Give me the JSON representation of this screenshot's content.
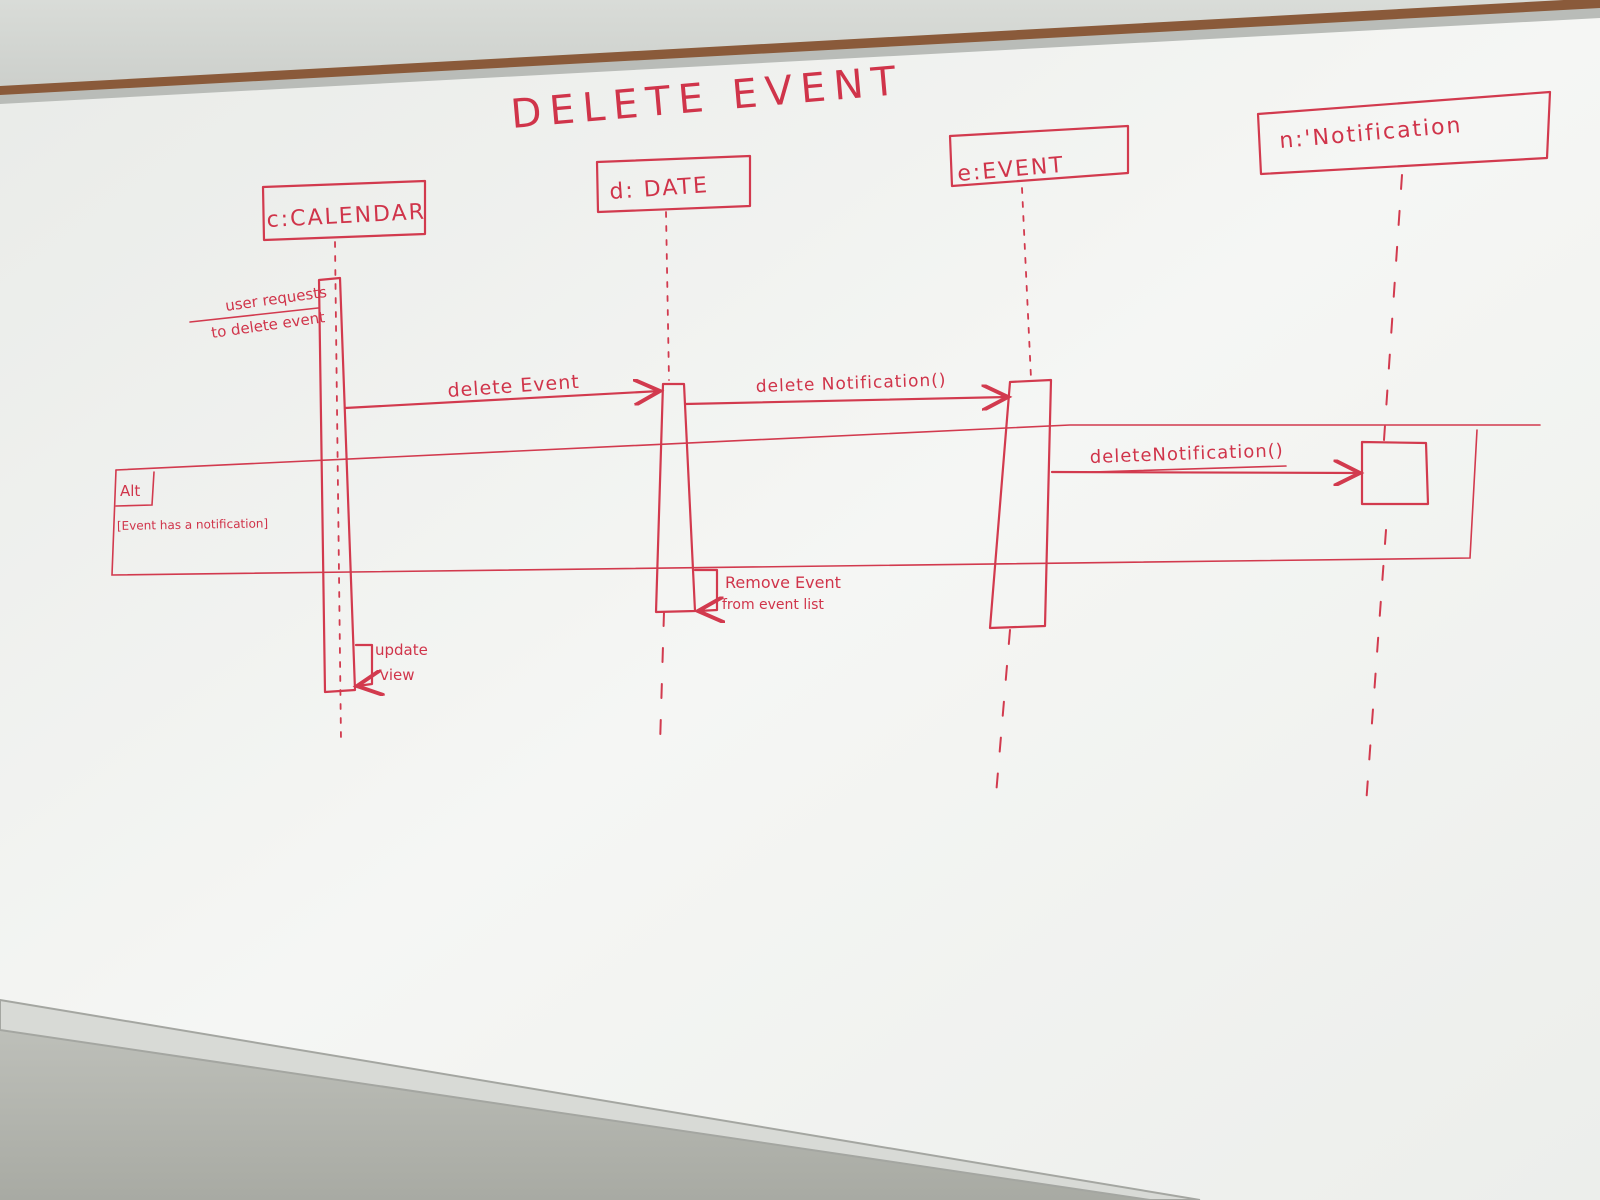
{
  "title": "DELETE EVENT",
  "lifelines": [
    {
      "id": "calendar",
      "label": "c:CALENDAR"
    },
    {
      "id": "date",
      "label": "d: DATE"
    },
    {
      "id": "event",
      "label": "e:EVENT"
    },
    {
      "id": "notification",
      "label": "n:'Notification"
    }
  ],
  "messages": {
    "trigger": {
      "line1": "user requests",
      "line2": "to delete event"
    },
    "delete_event": "delete Event",
    "delete_notification_1": "delete Notification()",
    "delete_notification_2": "deleteNotification()",
    "remove_event": {
      "line1": "Remove Event",
      "line2": "from event list"
    },
    "update_view": {
      "line1": "update",
      "line2": "view"
    }
  },
  "fragment": {
    "operator": "Alt",
    "guard": "[Event has a notification]"
  },
  "colors": {
    "marker": "#d23a4e",
    "board": "#f4f5f3",
    "frame": "#8a5a3a"
  }
}
